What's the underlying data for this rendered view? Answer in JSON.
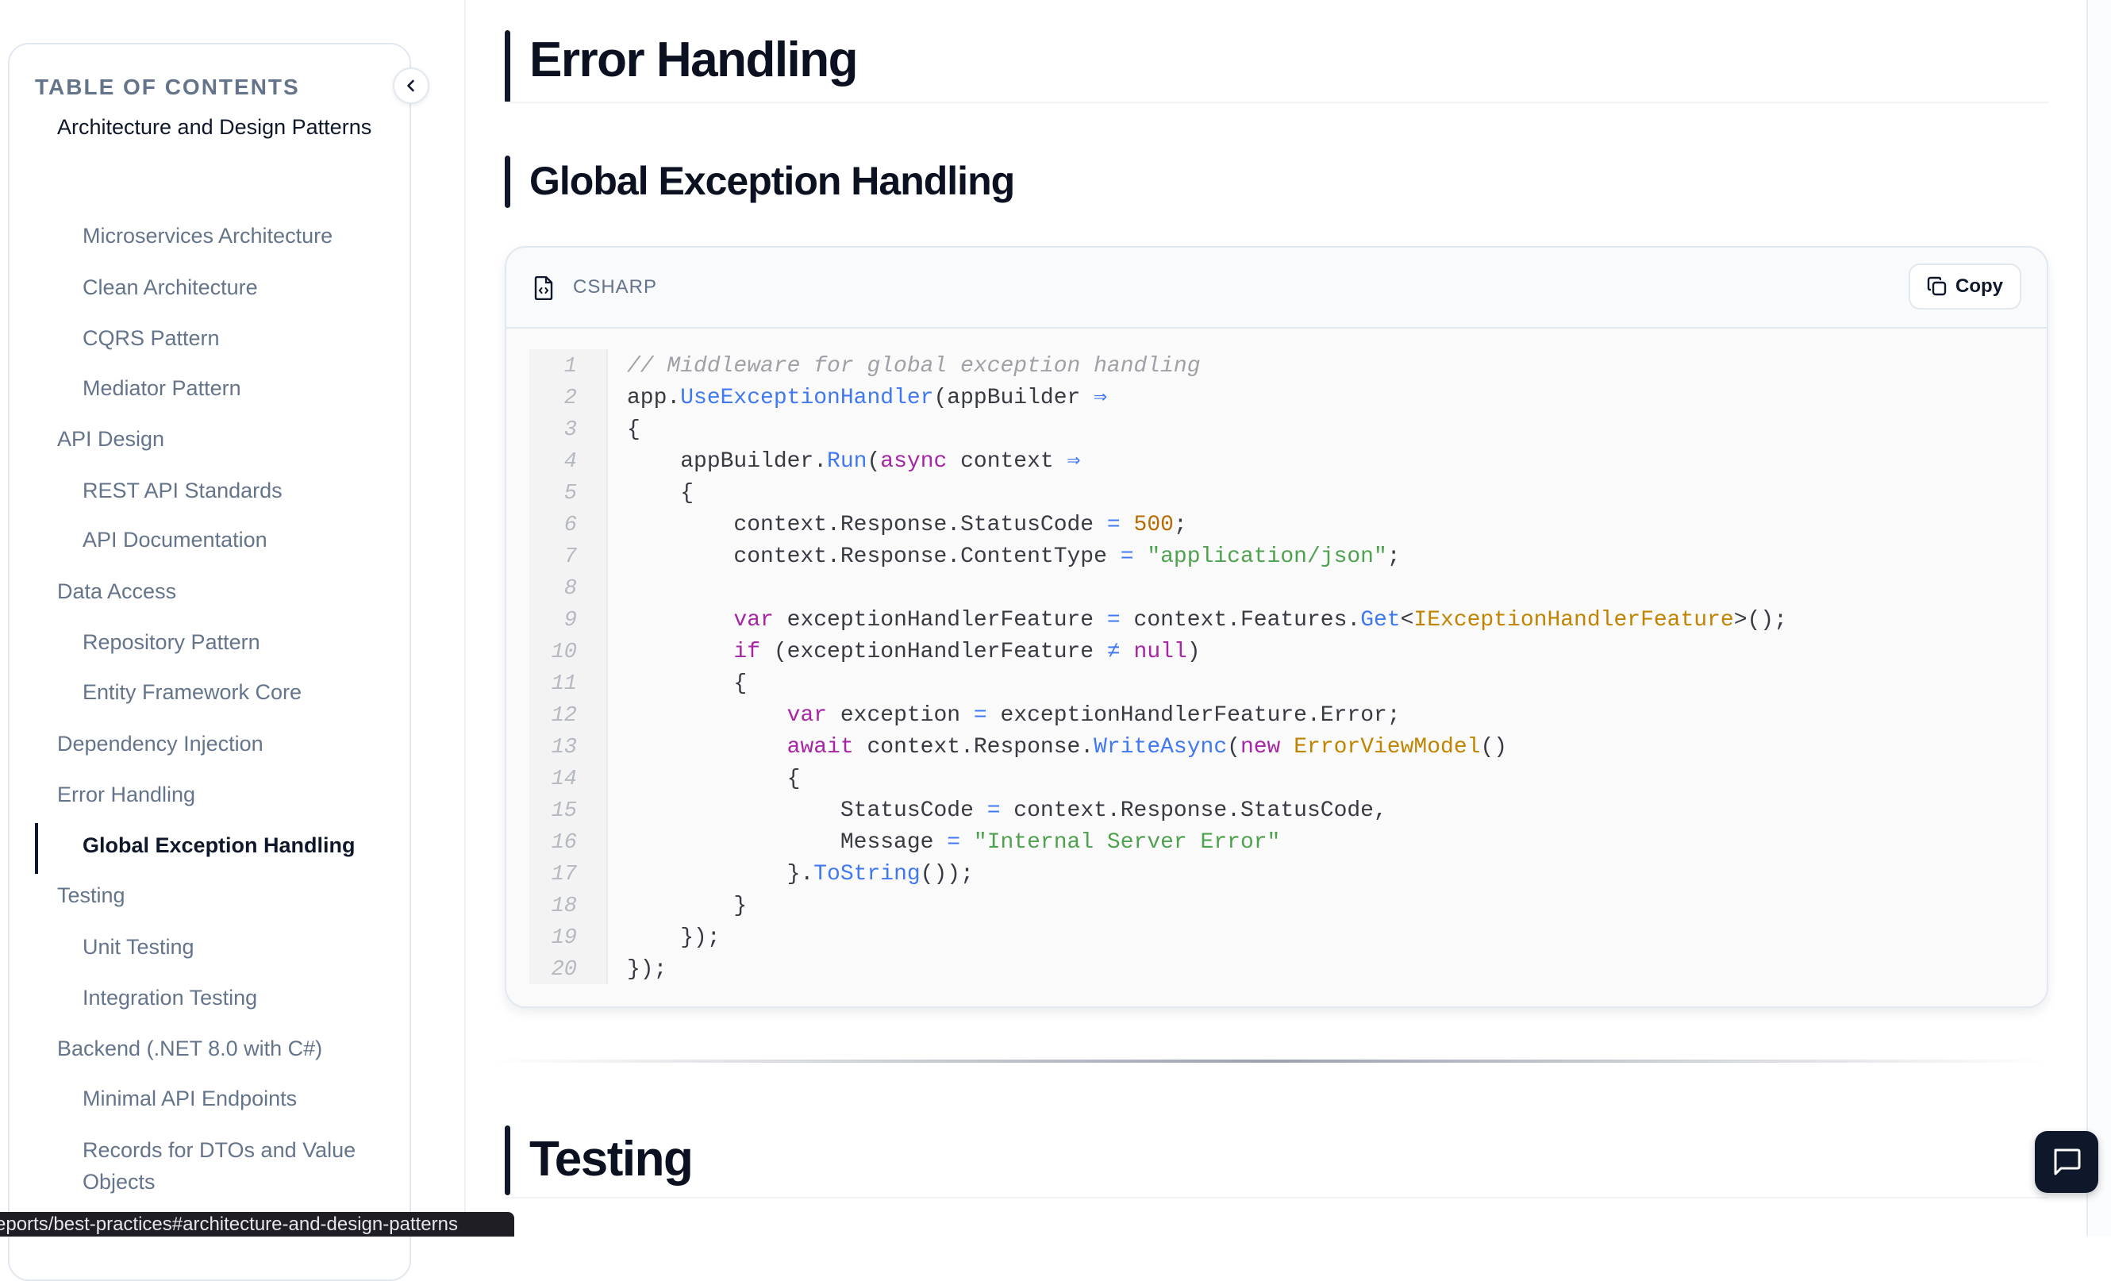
{
  "toc": {
    "title": "TABLE OF CONTENTS",
    "collapse_icon": "chevron-left-icon",
    "items": [
      {
        "label": "Architecture and Design Patterns",
        "level": 1,
        "top": true
      },
      {
        "label": "Microservices Architecture",
        "level": 2
      },
      {
        "label": "Clean Architecture",
        "level": 2
      },
      {
        "label": "CQRS Pattern",
        "level": 2
      },
      {
        "label": "Mediator Pattern",
        "level": 2
      },
      {
        "label": "API Design",
        "level": 1
      },
      {
        "label": "REST API Standards",
        "level": 2
      },
      {
        "label": "API Documentation",
        "level": 2
      },
      {
        "label": "Data Access",
        "level": 1
      },
      {
        "label": "Repository Pattern",
        "level": 2
      },
      {
        "label": "Entity Framework Core",
        "level": 2
      },
      {
        "label": "Dependency Injection",
        "level": 1
      },
      {
        "label": "Error Handling",
        "level": 1
      },
      {
        "label": "Global Exception Handling",
        "level": 2,
        "active": true
      },
      {
        "label": "Testing",
        "level": 1
      },
      {
        "label": "Unit Testing",
        "level": 2
      },
      {
        "label": "Integration Testing",
        "level": 2
      },
      {
        "label": "Backend (.NET 8.0 with C#)",
        "level": 1
      },
      {
        "label": "Minimal API Endpoints",
        "level": 2
      },
      {
        "label": "Records for DTOs and Value Objects",
        "level": 2
      }
    ]
  },
  "main": {
    "h1_error": "Error Handling",
    "h2_global": "Global Exception Handling",
    "h1_testing": "Testing",
    "code_block": {
      "language": "CSHARP",
      "language_icon": "file-code-icon",
      "copy_label": "Copy",
      "copy_icon": "copy-icon",
      "line_numbers": [
        "1",
        "2",
        "3",
        "4",
        "5",
        "6",
        "7",
        "8",
        "9",
        "10",
        "11",
        "12",
        "13",
        "14",
        "15",
        "16",
        "17",
        "18",
        "19",
        "20"
      ],
      "lines": [
        [
          {
            "t": "comment",
            "v": "// Middleware for global exception handling"
          }
        ],
        [
          {
            "t": "plain",
            "v": "app."
          },
          {
            "t": "fn",
            "v": "UseExceptionHandler"
          },
          {
            "t": "plain",
            "v": "(appBuilder "
          },
          {
            "t": "op",
            "v": "⇒"
          }
        ],
        [
          {
            "t": "plain",
            "v": "{"
          }
        ],
        [
          {
            "t": "plain",
            "v": "    appBuilder."
          },
          {
            "t": "fn",
            "v": "Run"
          },
          {
            "t": "plain",
            "v": "("
          },
          {
            "t": "kw",
            "v": "async"
          },
          {
            "t": "plain",
            "v": " context "
          },
          {
            "t": "op",
            "v": "⇒"
          }
        ],
        [
          {
            "t": "plain",
            "v": "    {"
          }
        ],
        [
          {
            "t": "plain",
            "v": "        context.Response.StatusCode "
          },
          {
            "t": "op",
            "v": "="
          },
          {
            "t": "plain",
            "v": " "
          },
          {
            "t": "num",
            "v": "500"
          },
          {
            "t": "plain",
            "v": ";"
          }
        ],
        [
          {
            "t": "plain",
            "v": "        context.Response.ContentType "
          },
          {
            "t": "op",
            "v": "="
          },
          {
            "t": "plain",
            "v": " "
          },
          {
            "t": "str",
            "v": "\"application/json\""
          },
          {
            "t": "plain",
            "v": ";"
          }
        ],
        [
          {
            "t": "plain",
            "v": ""
          }
        ],
        [
          {
            "t": "plain",
            "v": "        "
          },
          {
            "t": "kw",
            "v": "var"
          },
          {
            "t": "plain",
            "v": " exceptionHandlerFeature "
          },
          {
            "t": "op",
            "v": "="
          },
          {
            "t": "plain",
            "v": " context.Features."
          },
          {
            "t": "fn",
            "v": "Get"
          },
          {
            "t": "plain",
            "v": "<"
          },
          {
            "t": "type",
            "v": "IExceptionHandlerFeature"
          },
          {
            "t": "plain",
            "v": ">();"
          }
        ],
        [
          {
            "t": "plain",
            "v": "        "
          },
          {
            "t": "kw",
            "v": "if"
          },
          {
            "t": "plain",
            "v": " (exceptionHandlerFeature "
          },
          {
            "t": "op",
            "v": "≠"
          },
          {
            "t": "plain",
            "v": " "
          },
          {
            "t": "kw",
            "v": "null"
          },
          {
            "t": "plain",
            "v": ")"
          }
        ],
        [
          {
            "t": "plain",
            "v": "        {"
          }
        ],
        [
          {
            "t": "plain",
            "v": "            "
          },
          {
            "t": "kw",
            "v": "var"
          },
          {
            "t": "plain",
            "v": " exception "
          },
          {
            "t": "op",
            "v": "="
          },
          {
            "t": "plain",
            "v": " exceptionHandlerFeature.Error;"
          }
        ],
        [
          {
            "t": "plain",
            "v": "            "
          },
          {
            "t": "kw",
            "v": "await"
          },
          {
            "t": "plain",
            "v": " context.Response."
          },
          {
            "t": "fn",
            "v": "WriteAsync"
          },
          {
            "t": "plain",
            "v": "("
          },
          {
            "t": "kw",
            "v": "new"
          },
          {
            "t": "plain",
            "v": " "
          },
          {
            "t": "type",
            "v": "ErrorViewModel"
          },
          {
            "t": "plain",
            "v": "()"
          }
        ],
        [
          {
            "t": "plain",
            "v": "            {"
          }
        ],
        [
          {
            "t": "plain",
            "v": "                StatusCode "
          },
          {
            "t": "op",
            "v": "="
          },
          {
            "t": "plain",
            "v": " context.Response.StatusCode,"
          }
        ],
        [
          {
            "t": "plain",
            "v": "                Message "
          },
          {
            "t": "op",
            "v": "="
          },
          {
            "t": "plain",
            "v": " "
          },
          {
            "t": "str",
            "v": "\"Internal Server Error\""
          }
        ],
        [
          {
            "t": "plain",
            "v": "            }."
          },
          {
            "t": "fn",
            "v": "ToString"
          },
          {
            "t": "plain",
            "v": "());"
          }
        ],
        [
          {
            "t": "plain",
            "v": "        }"
          }
        ],
        [
          {
            "t": "plain",
            "v": "    });"
          }
        ],
        [
          {
            "t": "plain",
            "v": "});"
          }
        ]
      ]
    }
  },
  "chat_button": {
    "icon": "chat-bubble-icon"
  },
  "status_bar": {
    "url": "eports/best-practices#architecture-and-design-patterns"
  },
  "colors": {
    "text_primary": "#0f172a",
    "text_muted": "#64748b",
    "border": "#e2e8f0",
    "code_function": "#4078f2",
    "code_keyword": "#a626a4",
    "code_number": "#b76b01",
    "code_string": "#50a14f",
    "code_type": "#c18401",
    "code_comment": "#a0a1a7"
  }
}
